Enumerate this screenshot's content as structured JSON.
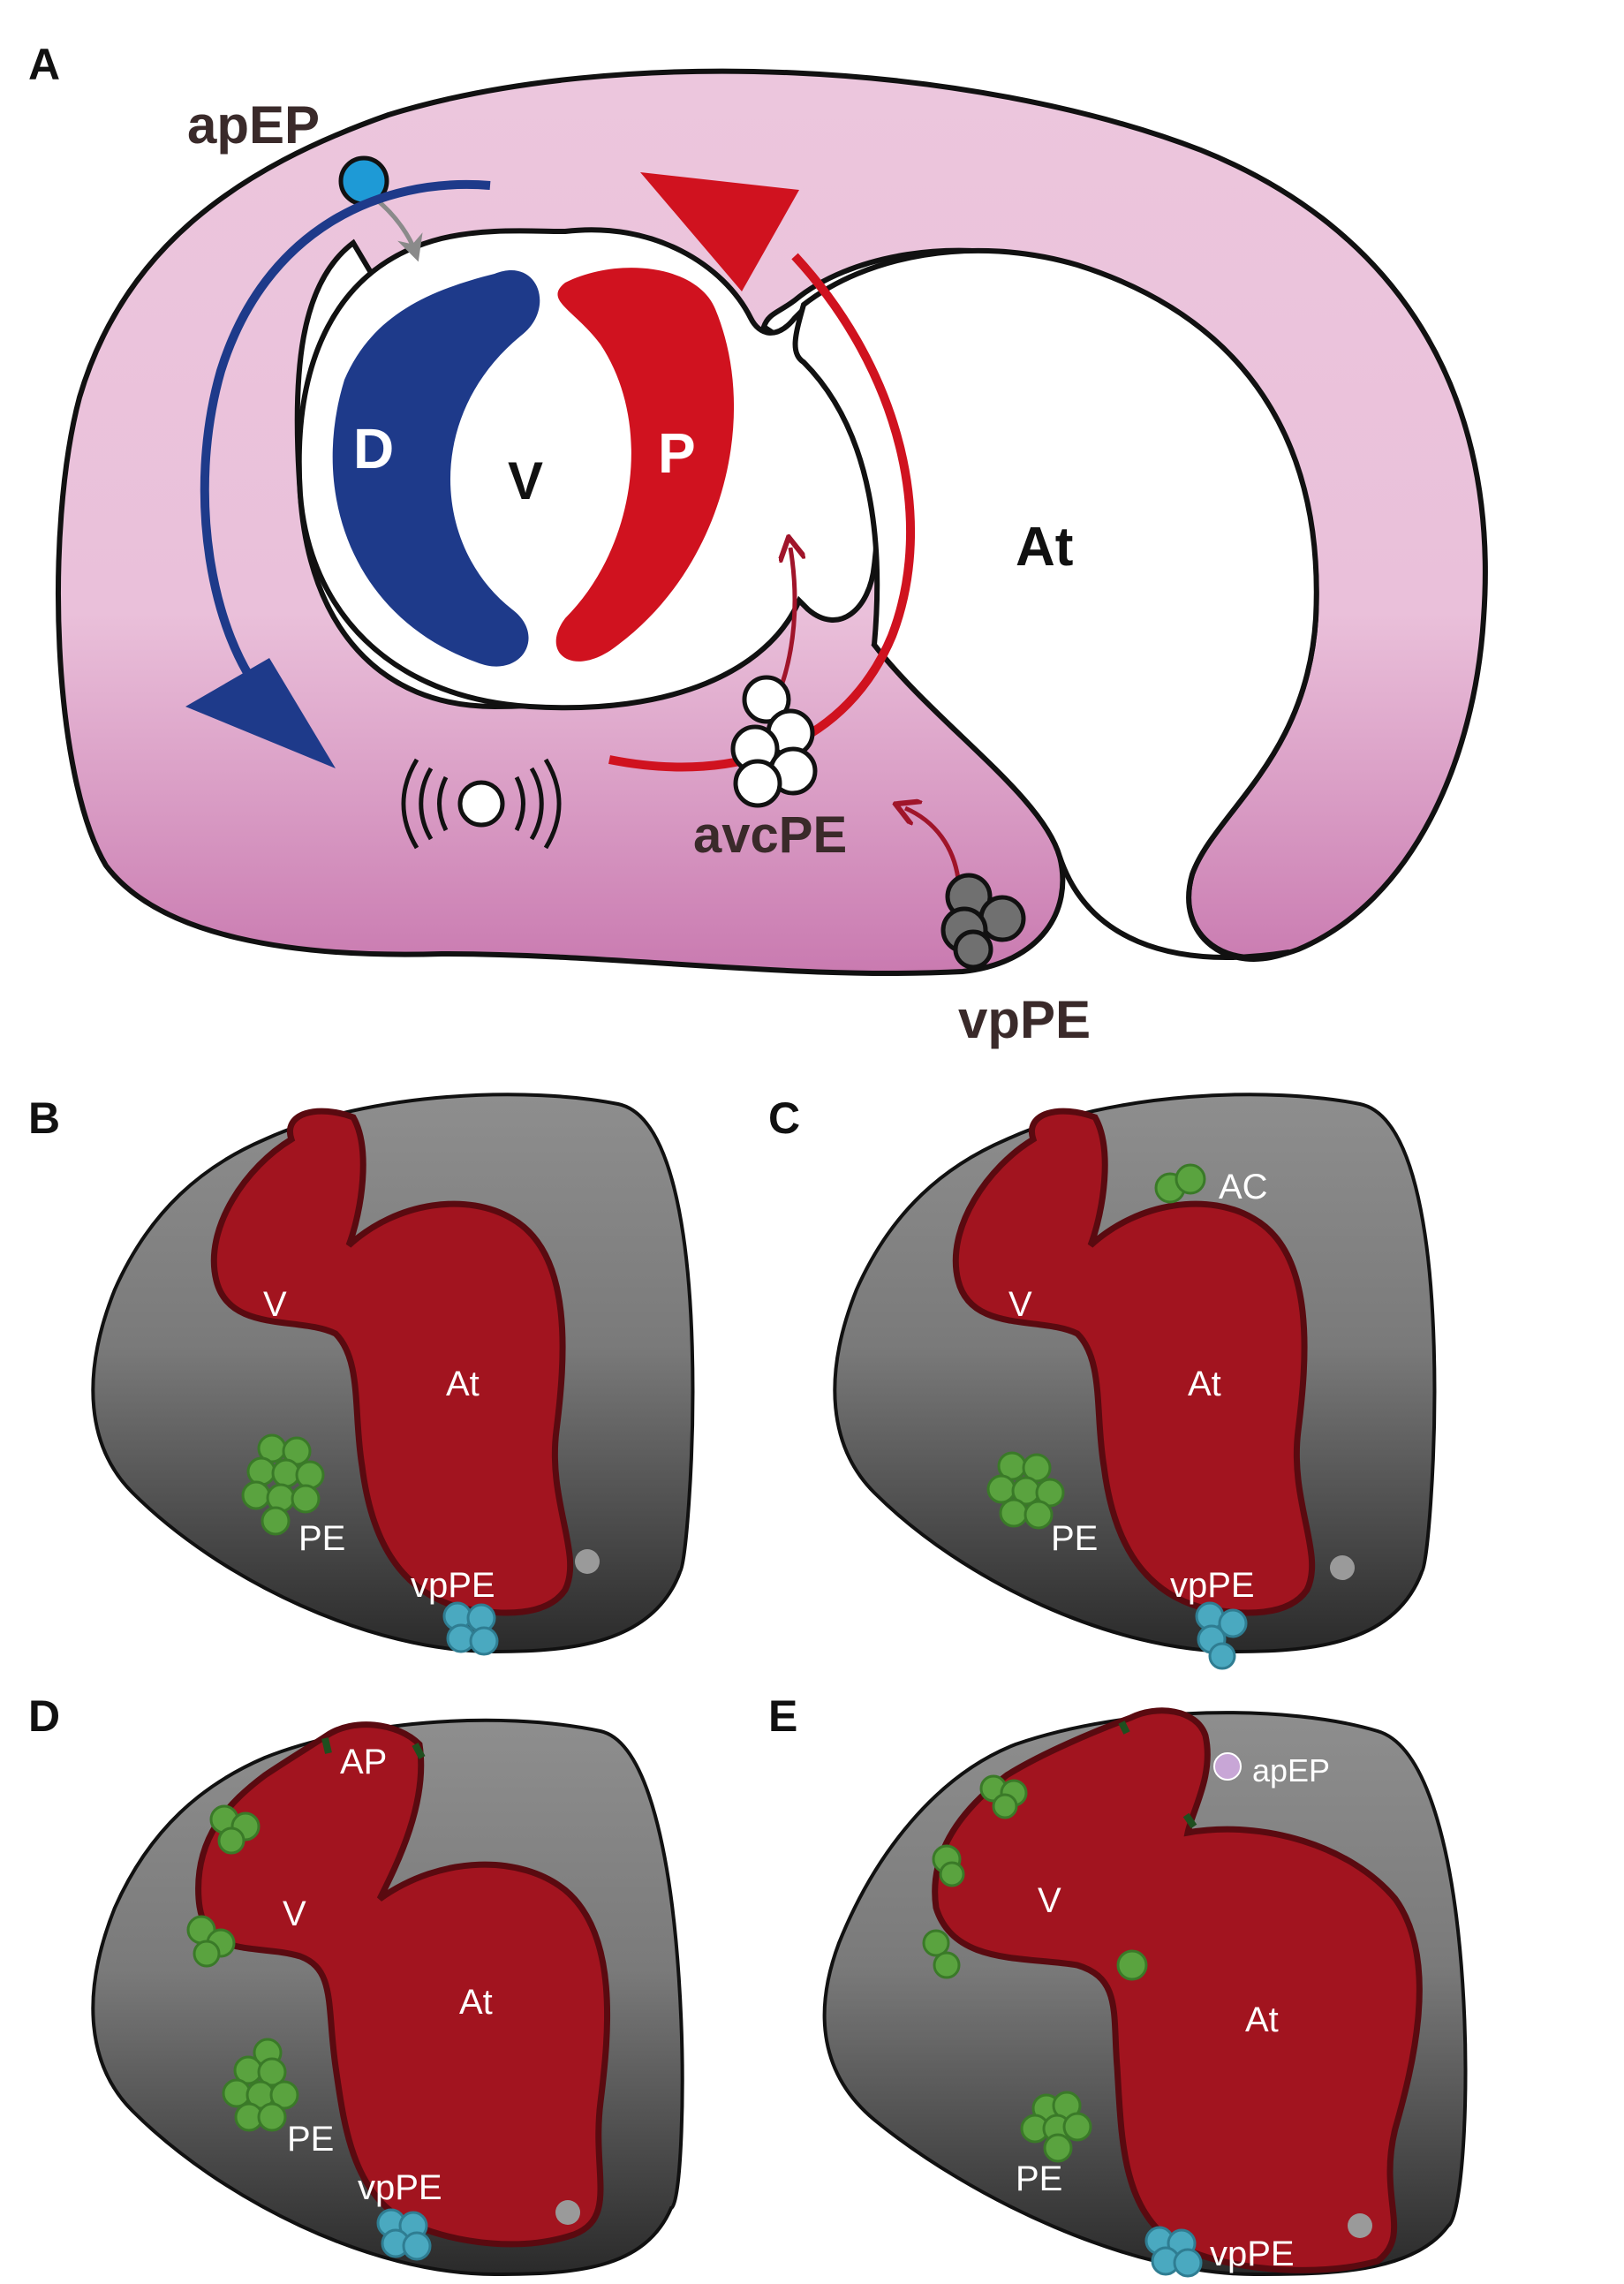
{
  "panels": {
    "A": {
      "letter": "A",
      "labels": {
        "apEP": "apEP",
        "D": "D",
        "V": "V",
        "P": "P",
        "At": "At",
        "avcPE": "avcPE",
        "vpPE": "vpPE"
      }
    },
    "B": {
      "letter": "B",
      "labels": {
        "V": "V",
        "At": "At",
        "PE": "PE",
        "vpPE": "vpPE"
      }
    },
    "C": {
      "letter": "C",
      "labels": {
        "AC": "AC",
        "V": "V",
        "At": "At",
        "PE": "PE",
        "vpPE": "vpPE"
      }
    },
    "D": {
      "letter": "D",
      "labels": {
        "AP": "AP",
        "V": "V",
        "At": "At",
        "PE": "PE",
        "vpPE": "vpPE"
      }
    },
    "E": {
      "letter": "E",
      "labels": {
        "apEP": "apEP",
        "V": "V",
        "At": "At",
        "PE": "PE",
        "vpPE": "vpPE"
      }
    }
  },
  "colors": {
    "pink_light": "#ecc6dd",
    "pink_dark": "#cd85b4",
    "blue_dark": "#1e3a8a",
    "red_bright": "#d0121f",
    "heart_red": "#a2141f",
    "heart_outline": "#5a0a10",
    "cell_green": "#5aa33f",
    "cell_teal": "#4aa9c0",
    "cell_gray": "#8c8c8c",
    "cell_lilac": "#c8a6d6",
    "apEP_cyan": "#1e9ad6",
    "gray_light": "#8e8e8e",
    "gray_dark": "#2e2e2e"
  }
}
